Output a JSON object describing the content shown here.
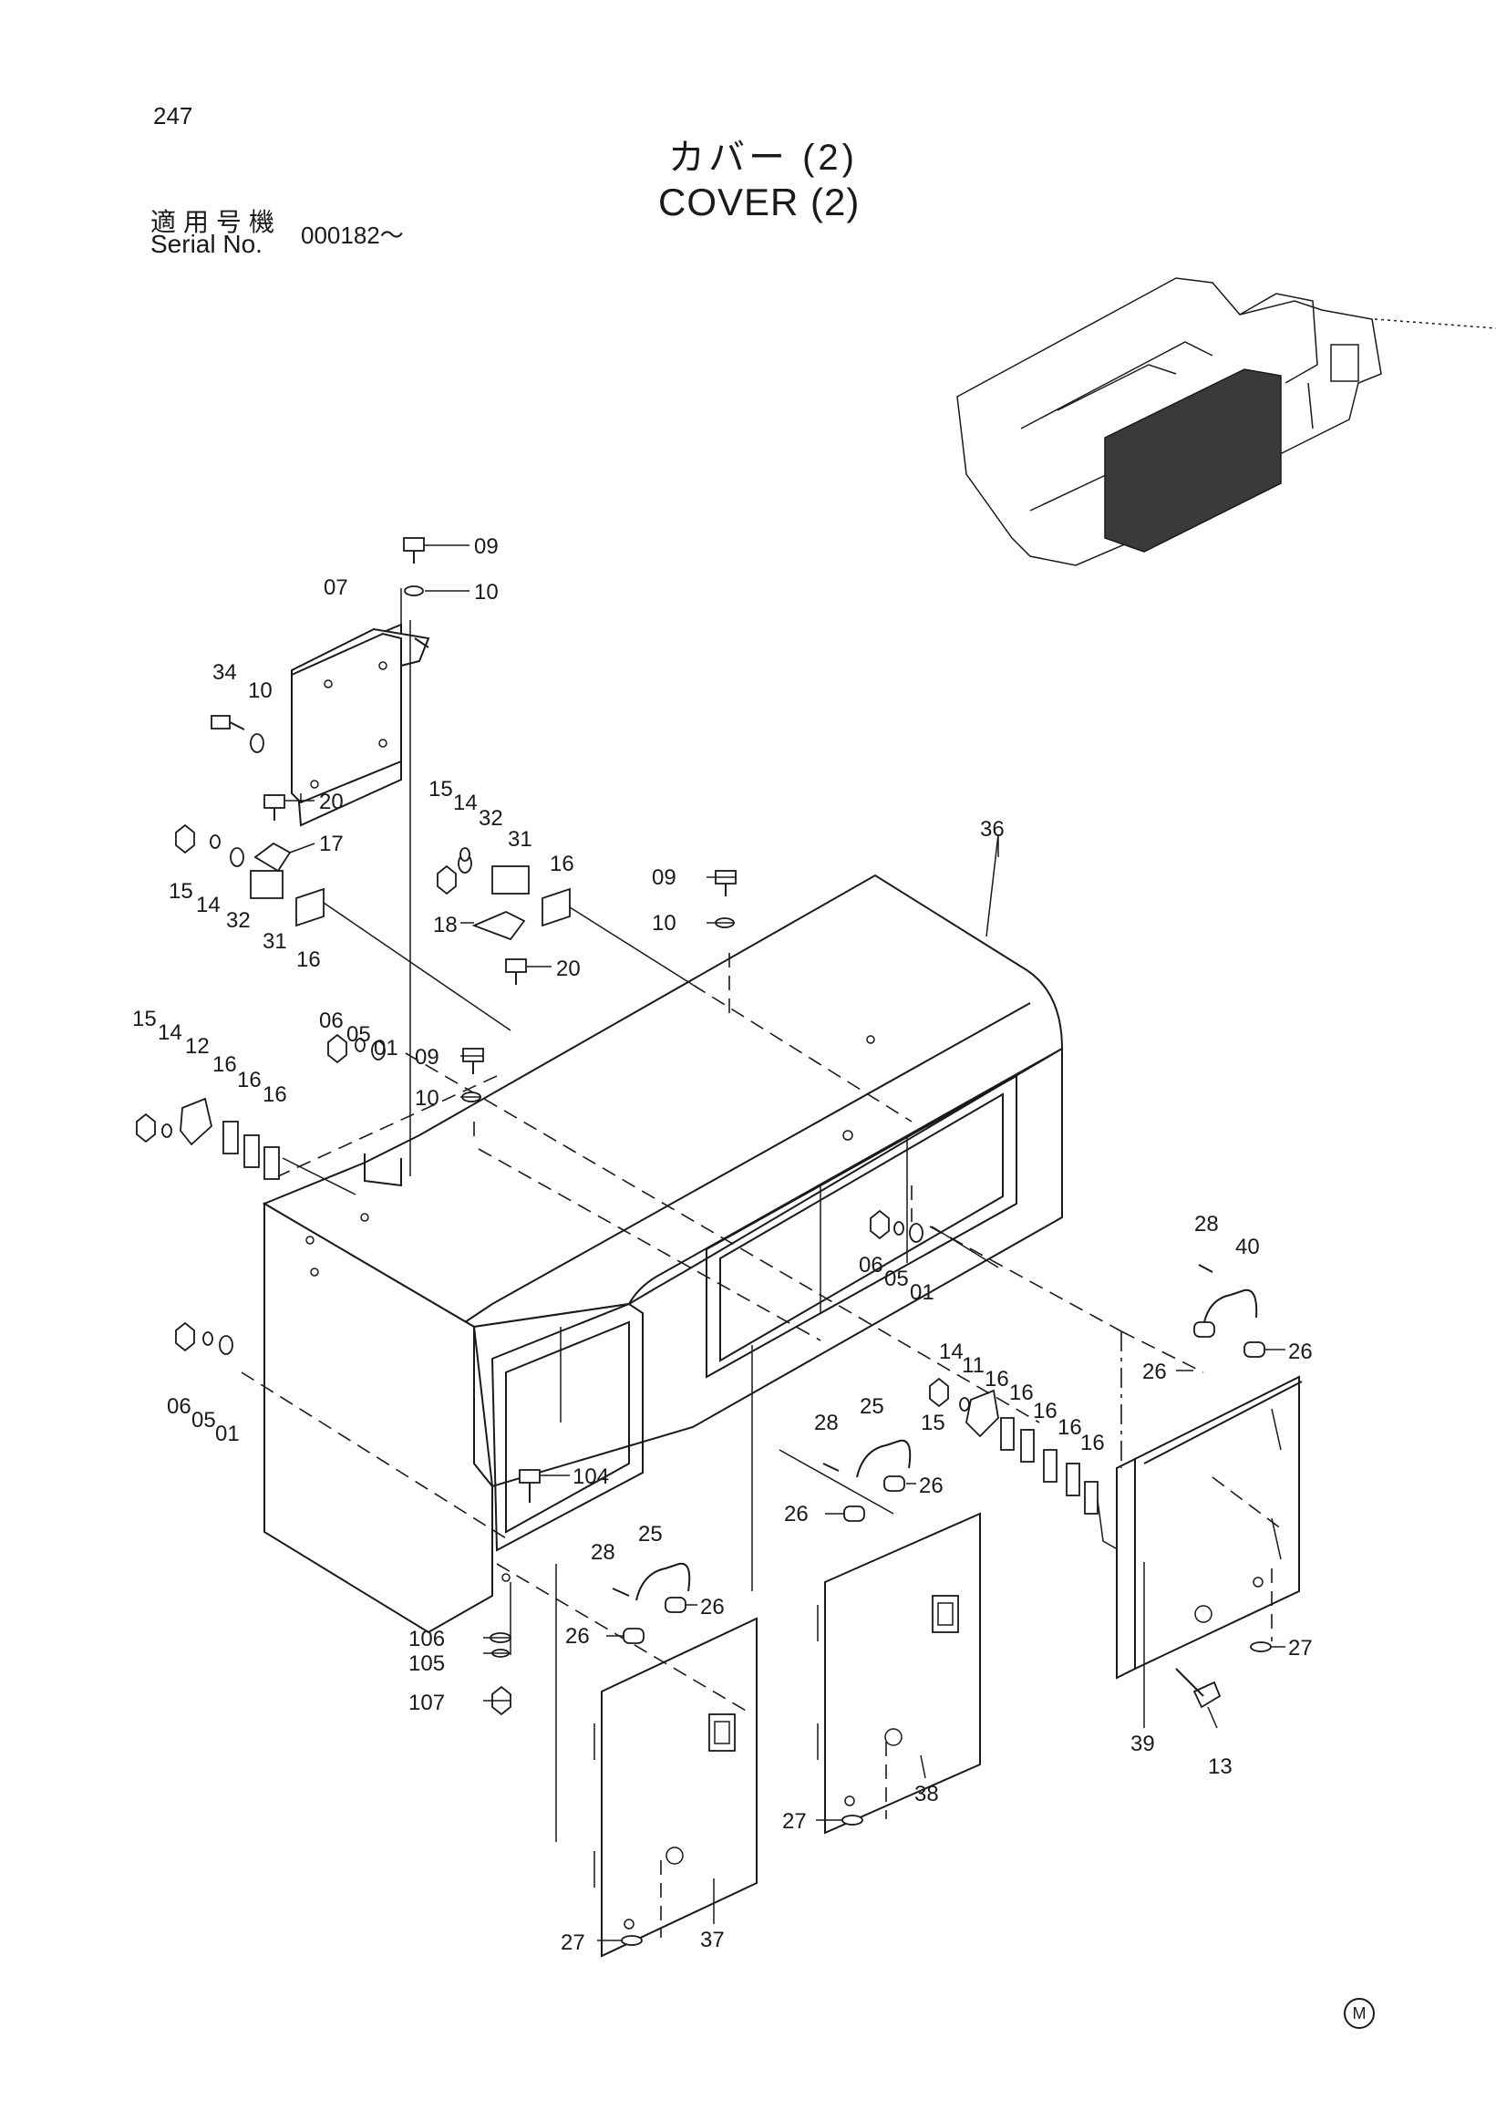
{
  "header": {
    "page_number": "247",
    "title_jp": "カバー (2)",
    "title_en": "COVER (2)",
    "serial_label_jp": "適用号機",
    "serial_label_en": "Serial No.",
    "serial_value": "000182～"
  },
  "footer": {
    "maker_mark": "M"
  },
  "parts": [
    {
      "id": "09a",
      "text": "09"
    },
    {
      "id": "10a",
      "text": "10"
    },
    {
      "id": "07",
      "text": "07"
    },
    {
      "id": "34",
      "text": "34"
    },
    {
      "id": "10b",
      "text": "10"
    },
    {
      "id": "20a",
      "text": "20"
    },
    {
      "id": "17",
      "text": "17"
    },
    {
      "id": "15a",
      "text": "15"
    },
    {
      "id": "14a",
      "text": "14"
    },
    {
      "id": "32a",
      "text": "32"
    },
    {
      "id": "31a",
      "text": "31"
    },
    {
      "id": "16a",
      "text": "16"
    },
    {
      "id": "15b",
      "text": "15"
    },
    {
      "id": "14b",
      "text": "14"
    },
    {
      "id": "32b",
      "text": "32"
    },
    {
      "id": "31b",
      "text": "31"
    },
    {
      "id": "16b",
      "text": "16"
    },
    {
      "id": "18",
      "text": "18"
    },
    {
      "id": "20b",
      "text": "20"
    },
    {
      "id": "36",
      "text": "36"
    },
    {
      "id": "09b",
      "text": "09"
    },
    {
      "id": "10c",
      "text": "10"
    },
    {
      "id": "15c",
      "text": "15"
    },
    {
      "id": "14c",
      "text": "14"
    },
    {
      "id": "12",
      "text": "12"
    },
    {
      "id": "16c",
      "text": "16"
    },
    {
      "id": "16d",
      "text": "16"
    },
    {
      "id": "16e",
      "text": "16"
    },
    {
      "id": "06a",
      "text": "06"
    },
    {
      "id": "05a",
      "text": "05"
    },
    {
      "id": "01a",
      "text": "01"
    },
    {
      "id": "09c",
      "text": "09"
    },
    {
      "id": "10d",
      "text": "10"
    },
    {
      "id": "06b",
      "text": "06"
    },
    {
      "id": "05b",
      "text": "05"
    },
    {
      "id": "01b",
      "text": "01"
    },
    {
      "id": "28a",
      "text": "28"
    },
    {
      "id": "40",
      "text": "40"
    },
    {
      "id": "26a",
      "text": "26"
    },
    {
      "id": "26b",
      "text": "26"
    },
    {
      "id": "06c",
      "text": "06"
    },
    {
      "id": "05c",
      "text": "05"
    },
    {
      "id": "01c",
      "text": "01"
    },
    {
      "id": "104",
      "text": "104"
    },
    {
      "id": "14d",
      "text": "14"
    },
    {
      "id": "11",
      "text": "11"
    },
    {
      "id": "16f",
      "text": "16"
    },
    {
      "id": "16g",
      "text": "16"
    },
    {
      "id": "16h",
      "text": "16"
    },
    {
      "id": "16i",
      "text": "16"
    },
    {
      "id": "16j",
      "text": "16"
    },
    {
      "id": "15d",
      "text": "15"
    },
    {
      "id": "28b",
      "text": "28"
    },
    {
      "id": "25a",
      "text": "25"
    },
    {
      "id": "26c",
      "text": "26"
    },
    {
      "id": "26d",
      "text": "26"
    },
    {
      "id": "28c",
      "text": "28"
    },
    {
      "id": "25b",
      "text": "25"
    },
    {
      "id": "26e",
      "text": "26"
    },
    {
      "id": "26f",
      "text": "26"
    },
    {
      "id": "27a",
      "text": "27"
    },
    {
      "id": "106",
      "text": "106"
    },
    {
      "id": "105",
      "text": "105"
    },
    {
      "id": "107",
      "text": "107"
    },
    {
      "id": "39",
      "text": "39"
    },
    {
      "id": "13",
      "text": "13"
    },
    {
      "id": "38",
      "text": "38"
    },
    {
      "id": "27b",
      "text": "27"
    },
    {
      "id": "37",
      "text": "37"
    },
    {
      "id": "27c",
      "text": "27"
    }
  ]
}
